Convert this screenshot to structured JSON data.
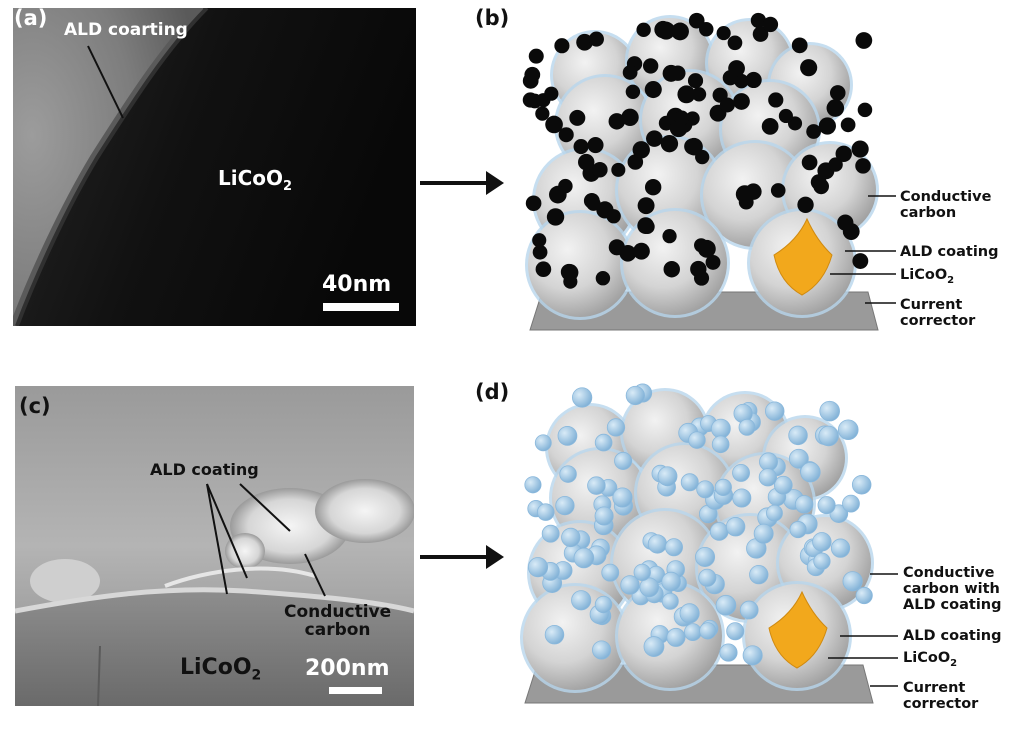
{
  "panels": {
    "a": {
      "label": "(a)",
      "coating_label": "ALD coarting",
      "material_label": "LiCoO",
      "material_sub": "2",
      "scalebar": "40nm"
    },
    "b": {
      "label": "(b)",
      "callouts": {
        "conductive_line1": "Conductive",
        "conductive_line2": "carbon",
        "ald": "ALD coating",
        "material": "LiCoO",
        "material_sub": "2",
        "current_line1": "Current",
        "current_line2": "corrector"
      }
    },
    "c": {
      "label": "(c)",
      "coating_label": "ALD coating",
      "carbon_line1": "Conductive",
      "carbon_line2": "carbon",
      "material_label": "LiCoO",
      "material_sub": "2",
      "scalebar": "200nm"
    },
    "d": {
      "label": "(d)",
      "callouts": {
        "conductive_line1": "Conductive",
        "conductive_line2": "carbon with",
        "conductive_line3": "ALD coating",
        "ald": "ALD coating",
        "material": "LiCoO",
        "material_sub": "2",
        "current_line1": "Current",
        "current_line2": "corrector"
      }
    }
  },
  "colors": {
    "core_orange": "#f2a81c",
    "particle_blue": "#9fc6e3",
    "carbon_black": "#0a0a0a",
    "substrate_gray": "#9a9a9a"
  }
}
